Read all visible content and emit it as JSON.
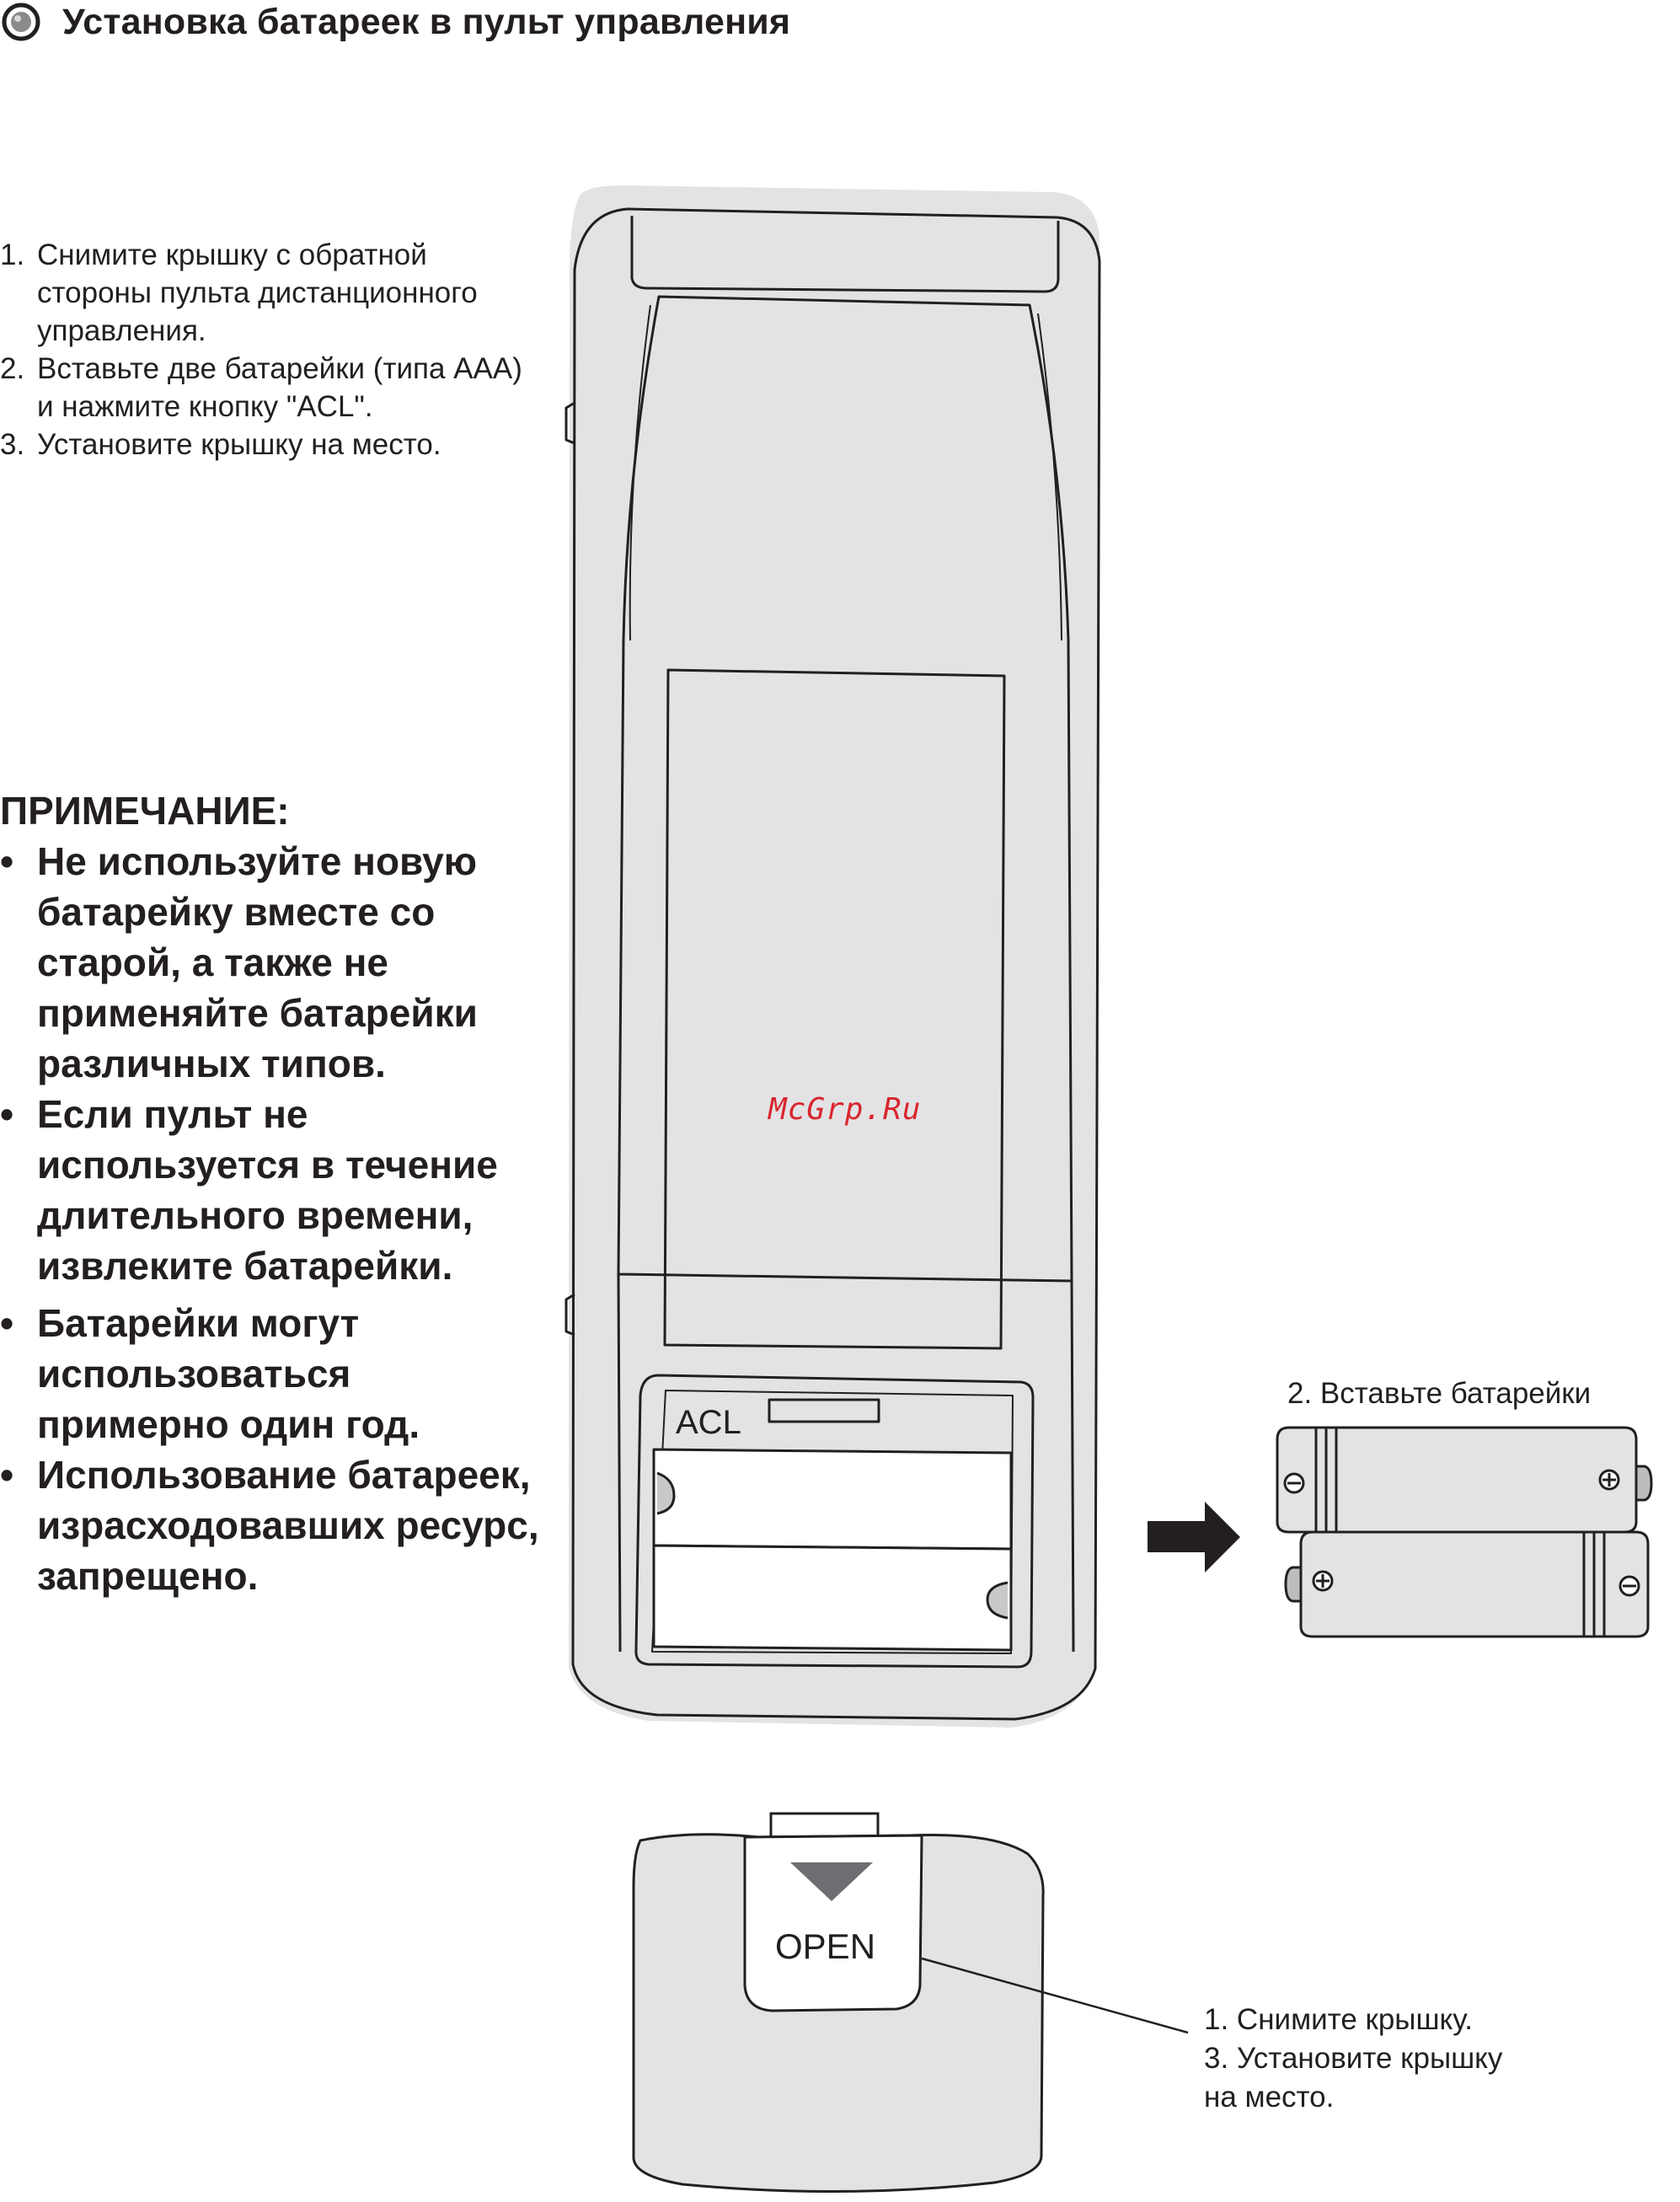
{
  "heading": {
    "title": "Установка батареек в пульт управления",
    "icon": "round-bullet-icon"
  },
  "steps": [
    {
      "num": "1.",
      "text": "Снимите крышку с обратной стороны пульта дистанционного управления."
    },
    {
      "num": "2.",
      "text": "Вставьте две батарейки (типа AAA) и нажмите кнопку \"ACL\"."
    },
    {
      "num": "3.",
      "text": "Установите крышку на место."
    }
  ],
  "note": {
    "title": "ПРИМЕЧАНИЕ:",
    "items": [
      "Не используйте новую батарейку вместе со старой, а также не применяйте батарейки различных типов.",
      "Если пульт не используется в течение длительного времени, извлеките батарейки.",
      "Батарейки могут использоваться примерно один год.",
      "Использование батареек, израсходовавших ресурс, запрещено."
    ]
  },
  "watermark": "McGrp.Ru",
  "illustration": {
    "acl_label": "ACL",
    "open_label": "OPEN",
    "insert_batteries_label": "2. Вставьте батарейки",
    "cover_label_line1": "1. Снимите крышку.",
    "cover_label_line2": "3. Установите крышку",
    "cover_label_line3": "на место.",
    "body_color": "#e3e3e5",
    "line_color": "#231f20"
  }
}
